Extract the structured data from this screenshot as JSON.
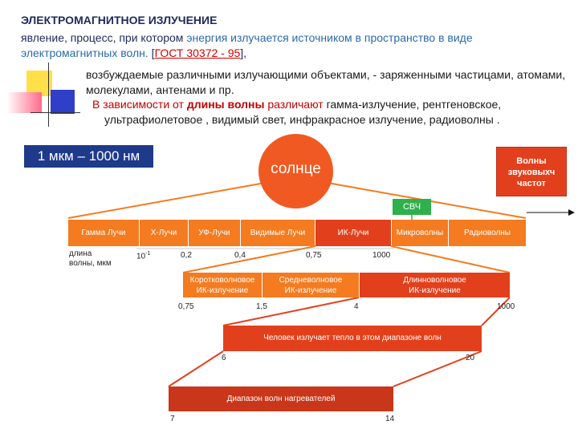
{
  "title": "ЭЛЕКТРОМАГНИТНОЕ ИЗЛУЧЕНИЕ",
  "definition": {
    "part1": "явление, процесс, при котором ",
    "part2": "энергия излучается источником в пространство в виде электромагнитных волн.",
    "part3": " [",
    "gost": "ГОСТ 30372 - 95",
    "part4": "],"
  },
  "paragraph2": "возбуждаемые различными излучающими объектами, - заряженными частицами, атомами, молекулами, антенами и пр.",
  "paragraph3": {
    "start": "В зависимости от ",
    "bold": "длины волны",
    "mid": " различают ",
    "line1_rest": "гамма-излучение, рентгеновское,",
    "line2": "ультрафиолетовое , видимый свет, инфракрасное излучение, радиоволны ."
  },
  "unit_box": "1 мкм – 1000 нм",
  "sun_label": "солнце",
  "sound_waves": [
    "Волны",
    "звуковыхч",
    "частот"
  ],
  "svch_label": "СВЧ",
  "spectrum": [
    "Гамма Лучи",
    "Х-Лучи",
    "УФ-Лучи",
    "Видимые Лучи",
    "ИК-Лучи",
    "Микроволны",
    "Радиоволны"
  ],
  "wavelength_label": [
    "длина",
    "волны, мкм"
  ],
  "wavelength_marks": [
    "10",
    "-1",
    "0,2",
    "0,4",
    "0,75",
    "1000"
  ],
  "ir_bands": [
    [
      "Коротковолновое",
      "ИК-излучение"
    ],
    [
      "Средневолновое",
      "ИК-излучение"
    ],
    [
      "Длинноволновое",
      "ИК-излучение"
    ]
  ],
  "ir_marks": [
    "0,75",
    "1,5",
    "4",
    "1000"
  ],
  "human_box": "Человек излучает тепло в этом диапазоне волн",
  "human_marks": [
    "6",
    "20"
  ],
  "heater_box": "Диапазон волн нагревателей",
  "heater_marks": [
    "7",
    "14"
  ],
  "colors": {
    "orange": "#f47b20",
    "red": "#e2401c",
    "dark_red": "#c9361a",
    "navy": "#1e3a8a",
    "green": "#2fb04a"
  }
}
